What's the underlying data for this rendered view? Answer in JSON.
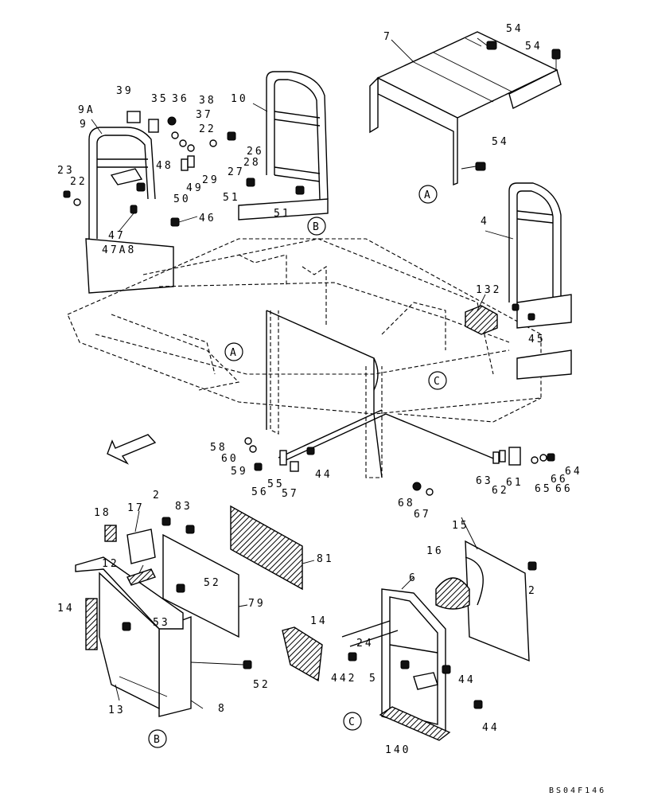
{
  "drawing_code": "BS04F146",
  "references": {
    "a_top": "A",
    "a_frame": "A",
    "b_frame": "B",
    "b_bottom": "B",
    "c_frame": "C",
    "c_bottom": "C"
  },
  "labels": {
    "p7": "7",
    "p54a": "54",
    "p54b": "54",
    "p54c": "54",
    "p39": "39",
    "p35": "35",
    "p36": "36",
    "p38": "38",
    "p37": "37",
    "p22a": "22",
    "p9a": "9A",
    "p9": "9",
    "p10": "10",
    "p26": "26",
    "p28": "28",
    "p27": "27",
    "p29": "29",
    "p49": "49",
    "p48": "48",
    "p50": "50",
    "p51a": "51",
    "p51b": "51",
    "p23": "23",
    "p22b": "22",
    "p46": "46",
    "p47": "47",
    "p47a8": "47A8",
    "p4": "4",
    "p132": "132",
    "p45": "45",
    "p58": "58",
    "p60": "60",
    "p59": "59",
    "p56": "56",
    "p55": "55",
    "p57": "57",
    "p44a": "44",
    "p63": "63",
    "p62": "62",
    "p61": "61",
    "p65": "65",
    "p66a": "66",
    "p66b": "66",
    "p64": "64",
    "p68": "68",
    "p67": "67",
    "p18": "18",
    "p17": "17",
    "p2a": "2",
    "p83": "83",
    "p81": "81",
    "p12": "12",
    "p52a": "52",
    "p79": "79",
    "p14a": "14",
    "p53": "53",
    "p14b": "14",
    "p52b": "52",
    "p13": "13",
    "p8": "8",
    "p15": "15",
    "p16": "16",
    "p2b": "2",
    "p6": "6",
    "p24": "24",
    "p44b": "44",
    "p442": "442",
    "p5": "5",
    "p44c": "44",
    "p140": "140"
  }
}
